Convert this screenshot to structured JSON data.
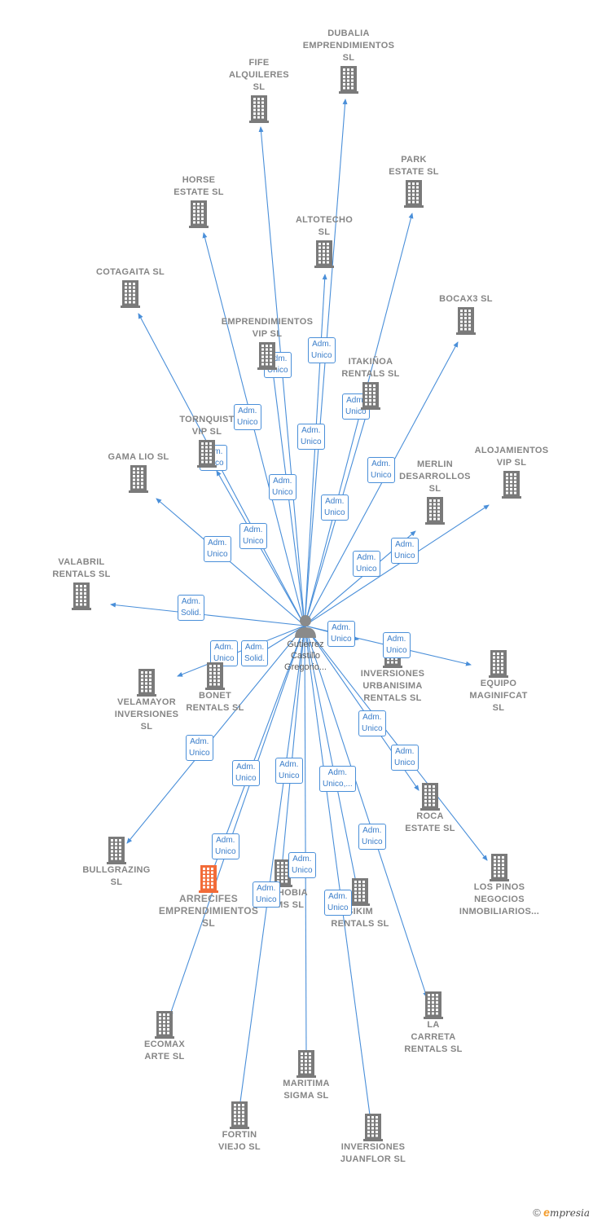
{
  "person": {
    "name": "Gutierrez\nCastillo\nGregorio..."
  },
  "colors": {
    "edge": "#4a8fd9",
    "building": "#7a7a7a",
    "highlight": "#f26b38"
  },
  "nodes": [
    {
      "id": "dubalia",
      "label": "DUBALIA\nEMPRENDIMIENTOS\nSL",
      "role": "Adm.\nUnico"
    },
    {
      "id": "fife",
      "label": "FIFE\nALQUILERES\nSL",
      "role": "Adm.\nUnico"
    },
    {
      "id": "park",
      "label": "PARK\nESTATE  SL",
      "role": "Adm.\nUnico"
    },
    {
      "id": "horse",
      "label": "HORSE\nESTATE  SL",
      "role": "Adm.\nUnico"
    },
    {
      "id": "altotecho",
      "label": "ALTOTECHO\nSL",
      "role": "Adm.\nUnico"
    },
    {
      "id": "cotagaita",
      "label": "COTAGAITA  SL",
      "role": "Adm.\nUnico"
    },
    {
      "id": "bocax3",
      "label": "BOCAX3  SL",
      "role": "Adm.\nUnico"
    },
    {
      "id": "emprendimientos_vip",
      "label": "EMPRENDIMIENTOS\nVIP  SL",
      "role": "Adm.\nUnico"
    },
    {
      "id": "itakinoa",
      "label": "ITAKIÑOA\nRENTALS  SL",
      "role": "Adm.\nUnico"
    },
    {
      "id": "tornquist",
      "label": "TORNQUIST\nVIP  SL",
      "role": "Adm.\nUnico"
    },
    {
      "id": "gamalio",
      "label": "GAMA LIO  SL",
      "role": "Adm.\nUnico"
    },
    {
      "id": "alojamientos",
      "label": "ALOJAMIENTOS\nVIP  SL",
      "role": "Adm.\nUnico"
    },
    {
      "id": "merlin",
      "label": "MERLIN\nDESARROLLOS\nSL",
      "role": "Adm.\nUnico"
    },
    {
      "id": "valabril",
      "label": "VALABRIL\nRENTALS  SL",
      "role": "Adm.\nSolid."
    },
    {
      "id": "velamayor",
      "label": "VELAMAYOR\nINVERSIONES\nSL",
      "role": "Adm.\nUnico"
    },
    {
      "id": "bonet",
      "label": "BONET\nRENTALS  SL",
      "role": "Adm.\nSolid."
    },
    {
      "id": "inversiones_urbanisima",
      "label": "INVERSIONES\nURBANISIMA\nRENTALS  SL",
      "role": "Adm.\nUnico"
    },
    {
      "id": "equipo",
      "label": "EQUIPO\nMAGINIFCAT\nSL",
      "role": "Adm.\nUnico"
    },
    {
      "id": "bullgrazing",
      "label": "BULLGRAZING\nSL",
      "role": "Adm.\nUnico"
    },
    {
      "id": "roca",
      "label": "ROCA\nESTATE  SL",
      "role": "Adm.\nUnico"
    },
    {
      "id": "lospinos",
      "label": "LOS PINOS\nNEGOCIOS\nINMOBILIARIOS...",
      "role": "Adm.\nUnico"
    },
    {
      "id": "arrecifes",
      "label": "ARRECIFES\nEMPRENDIMIENTOS\nSL",
      "role": "Adm.\nUnico"
    },
    {
      "id": "mephobia",
      "label": "MEPHOBIA\nFILMS  SL",
      "role": "Adm.\nUnico"
    },
    {
      "id": "sikim",
      "label": "SIKIM\nRENTALS  SL",
      "role": "Adm.\nUnico,..."
    },
    {
      "id": "ecomax",
      "label": "ECOMAX\nARTE  SL",
      "role": "Adm.\nUnico"
    },
    {
      "id": "lacarreta",
      "label": "LA\nCARRETA\nRENTALS  SL",
      "role": "Adm.\nUnico"
    },
    {
      "id": "maritima",
      "label": "MARITIMA\nSIGMA  SL",
      "role": "Adm.\nUnico"
    },
    {
      "id": "fortin",
      "label": "FORTIN\nVIEJO  SL",
      "role": "Adm.\nUnico"
    },
    {
      "id": "juanflor",
      "label": "INVERSIONES\nJUANFLOR  SL",
      "role": "Adm.\nUnico"
    }
  ],
  "brand": {
    "copyright": "©",
    "initial": "e",
    "name": "mpresia"
  }
}
